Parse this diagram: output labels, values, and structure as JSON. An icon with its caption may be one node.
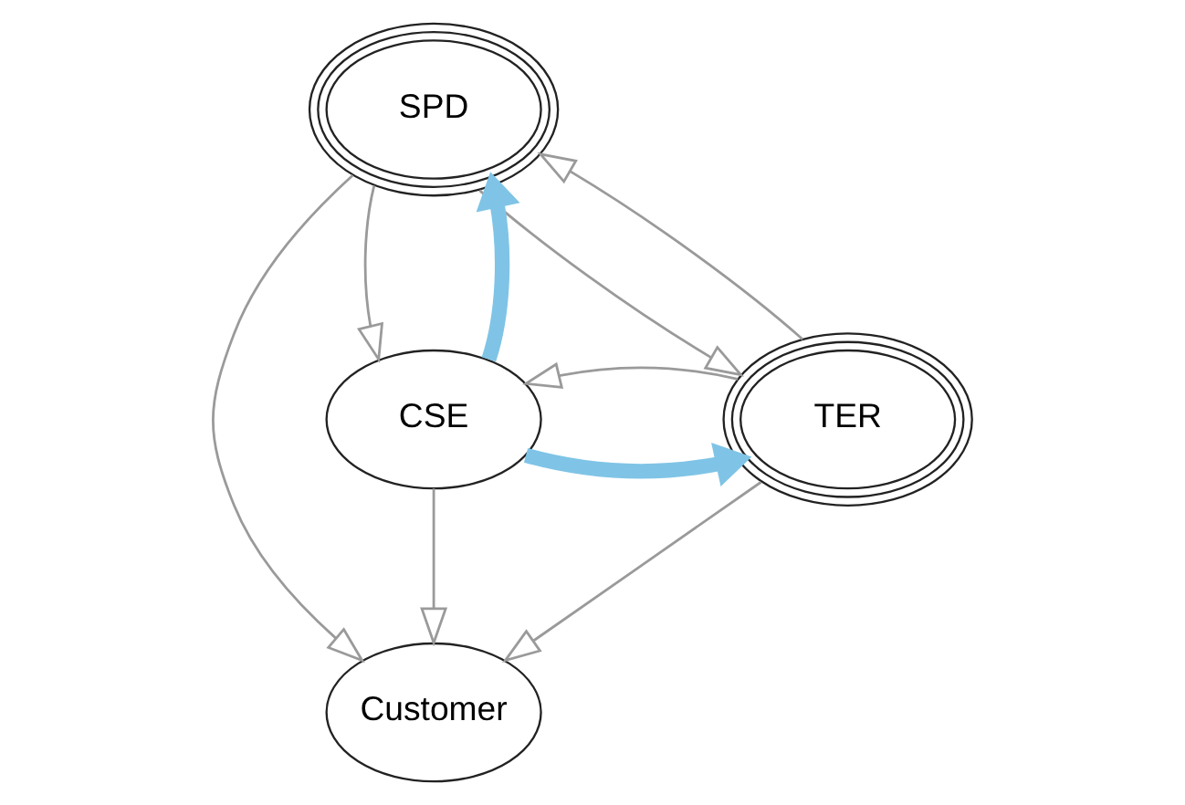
{
  "diagram": {
    "nodes": [
      {
        "text": [
          "SPD"
        ]
      },
      {
        "text": [
          "Customer"
        ]
      },
      {
        "text": [
          "CSE"
        ]
      },
      {
        "text": [
          "TER"
        ]
      }
    ],
    "edges": [
      {
        "from": 0,
        "to": 1,
        "arrow": "to"
      },
      {
        "from": 0,
        "to": 3,
        "arrow": "to"
      },
      {
        "from": 3,
        "to": 0,
        "arrow": "to"
      },
      {
        "from": 2,
        "to": 0,
        "arrow": "to",
        "style": "thick",
        "color": "#7fc4e6"
      },
      {
        "from": 0,
        "to": 2,
        "arrow": "to"
      },
      {
        "from": 2,
        "to": 1,
        "arrow": "to"
      },
      {
        "from": 3,
        "to": 1,
        "arrow": "to"
      },
      {
        "from": 2,
        "to": 3,
        "arrow": "to",
        "style": "thick",
        "color": "#7fc4e6"
      },
      {
        "from": 3,
        "to": 2,
        "arrow": "to"
      }
    ]
  }
}
